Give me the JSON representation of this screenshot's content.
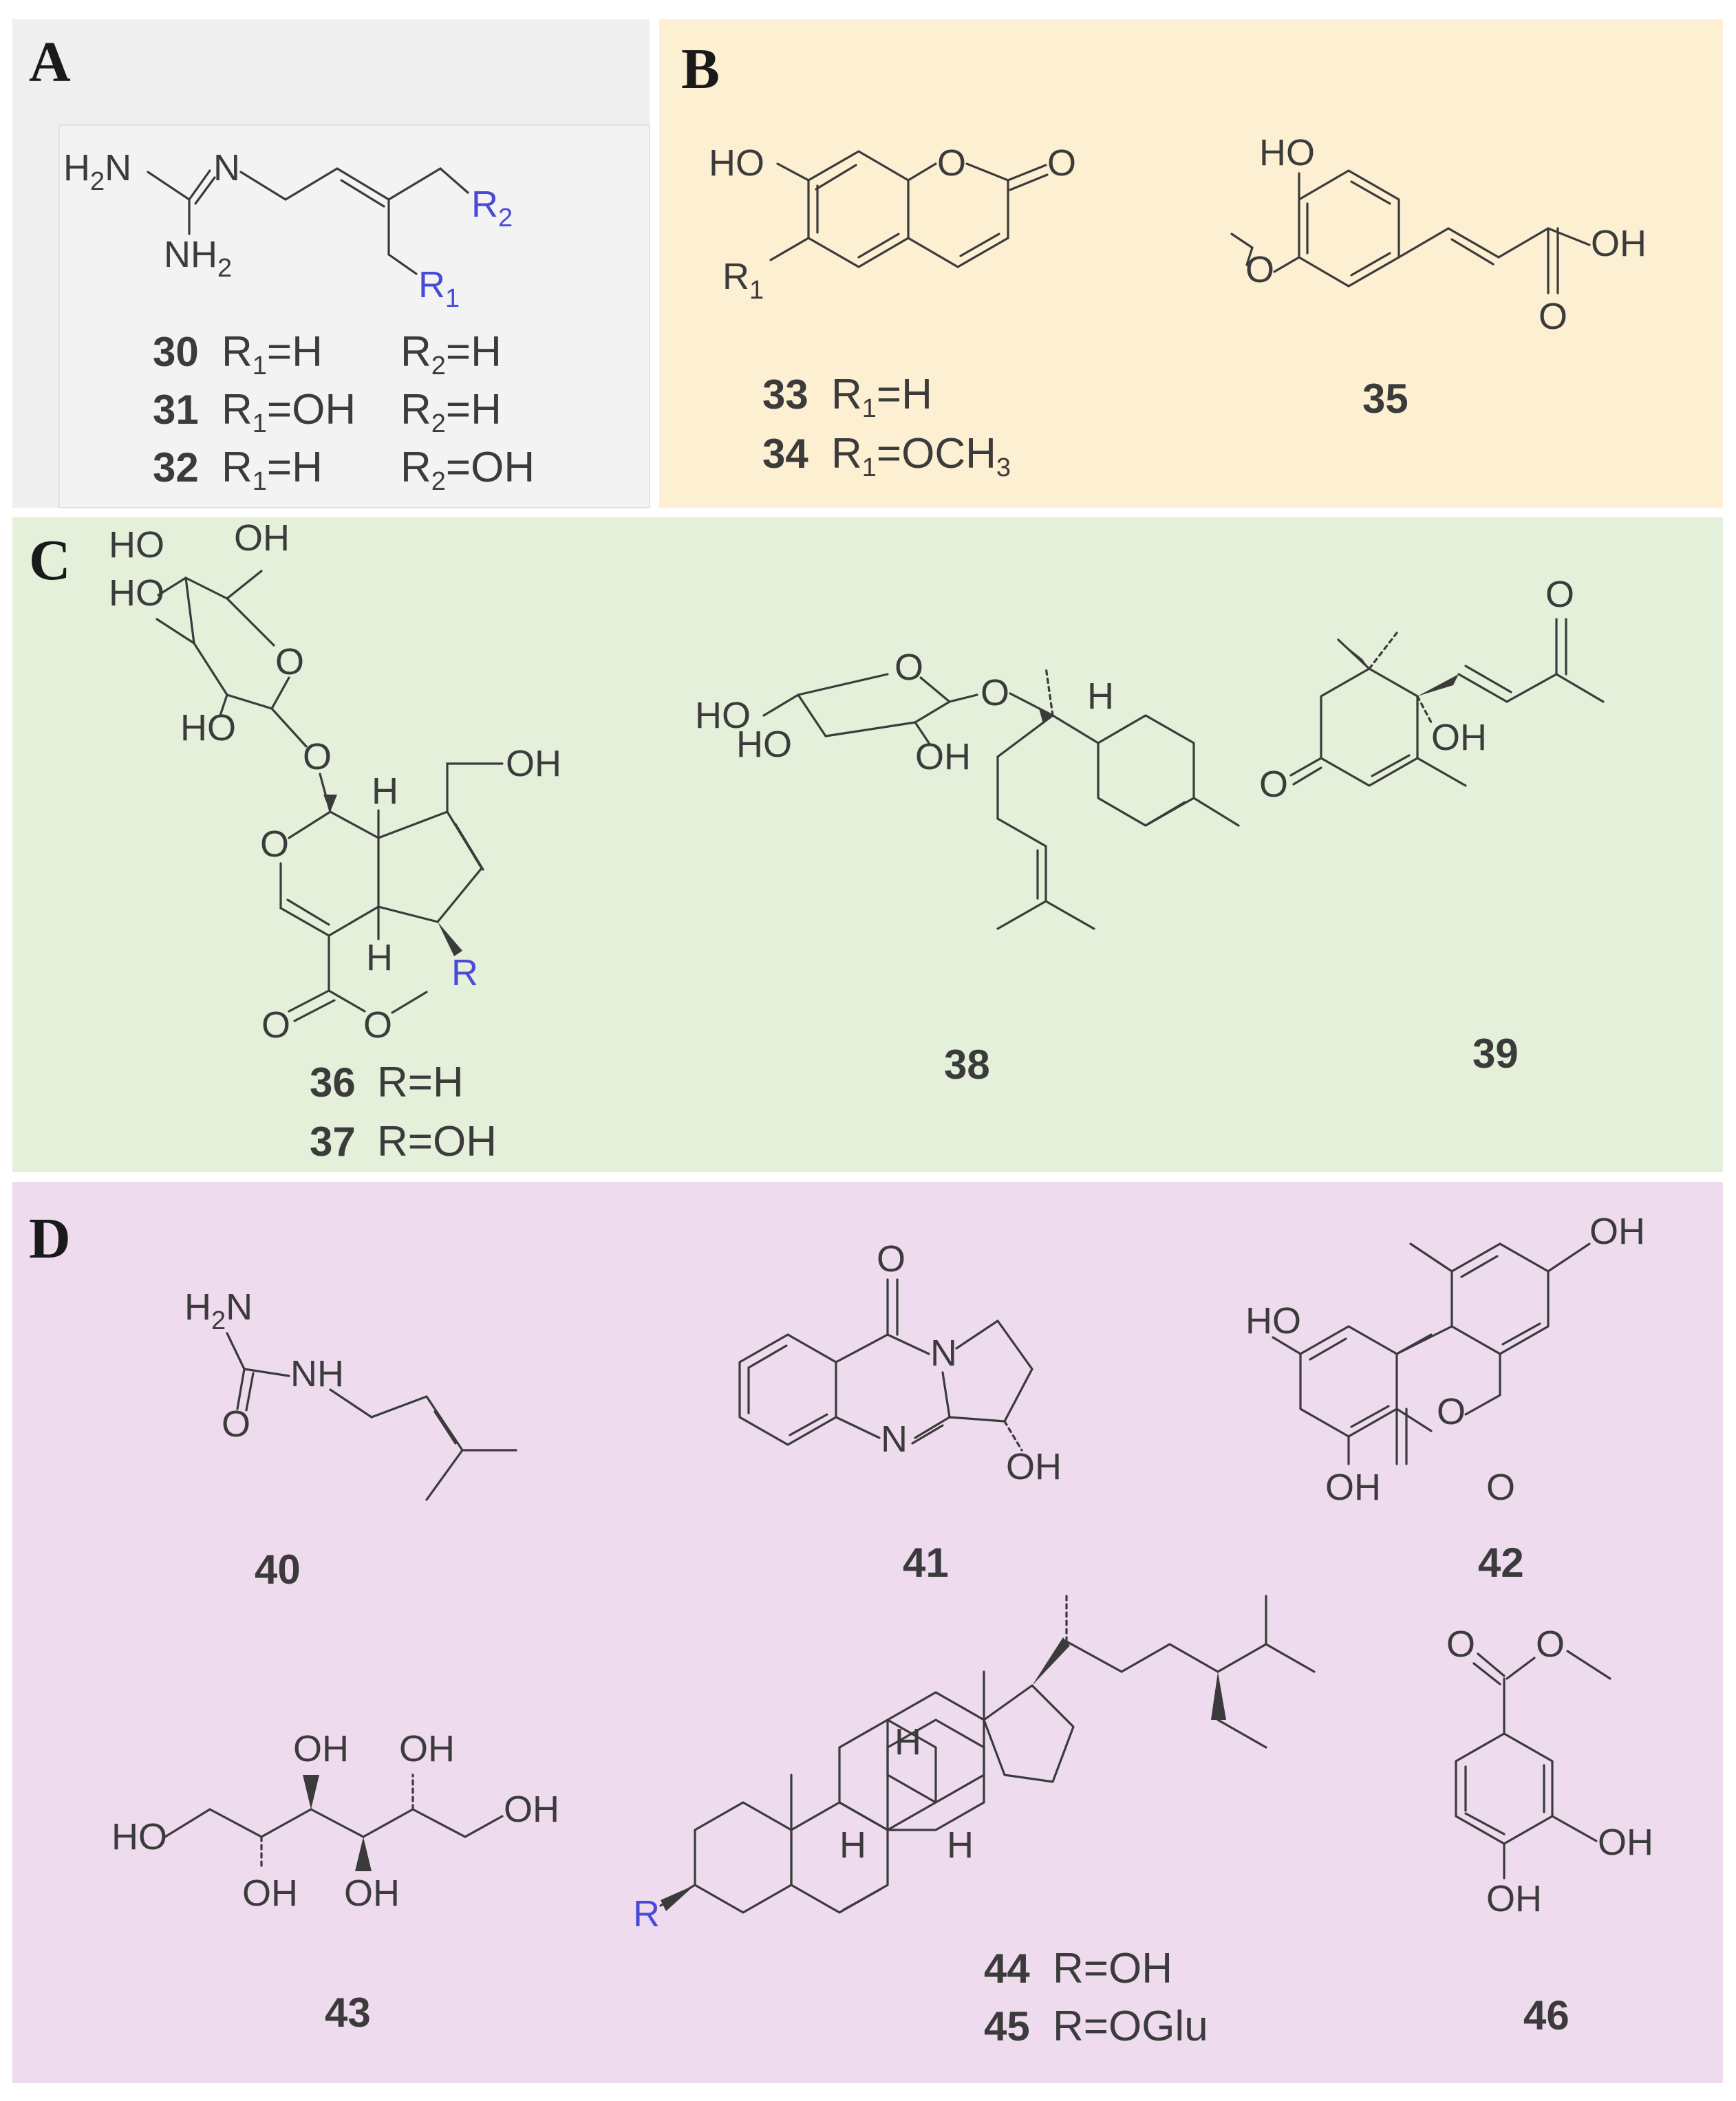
{
  "panels": {
    "A": {
      "label": "A",
      "color": "#efefef",
      "compounds": [
        {
          "num": "30",
          "sub": "R1=H    R2=H"
        },
        {
          "num": "31",
          "sub": "R1=OH R2=H"
        },
        {
          "num": "32",
          "sub": "R1=H    R2=OH"
        }
      ]
    },
    "B": {
      "label": "B",
      "color": "#fdf0d2",
      "compounds": [
        {
          "num": "33",
          "sub": "R1=H"
        },
        {
          "num": "34",
          "sub": "R1=OCH3"
        },
        {
          "num": "35",
          "sub": ""
        }
      ]
    },
    "C": {
      "label": "C",
      "color": "#e4f0da",
      "compounds": [
        {
          "num": "36",
          "sub": "R=H"
        },
        {
          "num": "37",
          "sub": "R=OH"
        },
        {
          "num": "38",
          "sub": ""
        },
        {
          "num": "39",
          "sub": ""
        }
      ]
    },
    "D": {
      "label": "D",
      "color": "#eedcee",
      "compounds": [
        {
          "num": "40",
          "sub": ""
        },
        {
          "num": "41",
          "sub": ""
        },
        {
          "num": "42",
          "sub": ""
        },
        {
          "num": "43",
          "sub": ""
        },
        {
          "num": "44",
          "sub": "R=OH"
        },
        {
          "num": "45",
          "sub": "R=OGlu"
        },
        {
          "num": "46",
          "sub": ""
        }
      ]
    }
  },
  "atoms": {
    "H2N": "H2N",
    "NH2": "NH2",
    "N": "N",
    "NH": "NH",
    "R1": "R1",
    "R2": "R2",
    "R": "R",
    "HO": "HO",
    "OH": "OH",
    "O": "O",
    "H": "H"
  },
  "colors": {
    "bond": "#3b3b3b",
    "r_group": "#4a4ad8"
  }
}
